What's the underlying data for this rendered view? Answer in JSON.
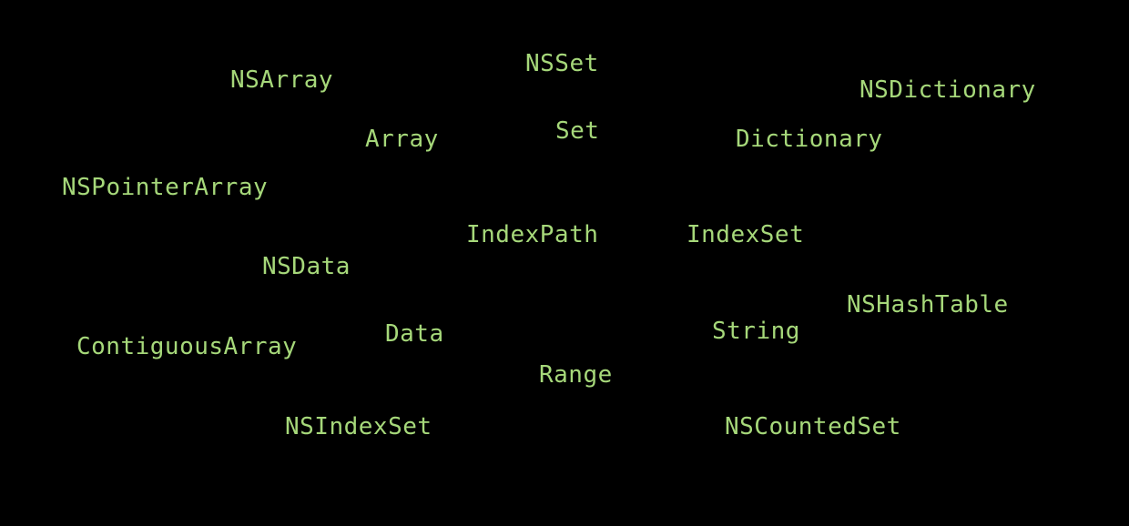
{
  "colors": {
    "background": "#000000",
    "text": "#a6d87a"
  },
  "words": {
    "nsarray": "NSArray",
    "nsset": "NSSet",
    "nsdictionary": "NSDictionary",
    "array": "Array",
    "set": "Set",
    "dictionary": "Dictionary",
    "nspointerarray": "NSPointerArray",
    "indexpath": "IndexPath",
    "indexset": "IndexSet",
    "nsdata": "NSData",
    "nshashtable": "NSHashTable",
    "data": "Data",
    "string": "String",
    "contiguousarray": "ContiguousArray",
    "range": "Range",
    "nsindexset": "NSIndexSet",
    "nscountedset": "NSCountedSet"
  }
}
